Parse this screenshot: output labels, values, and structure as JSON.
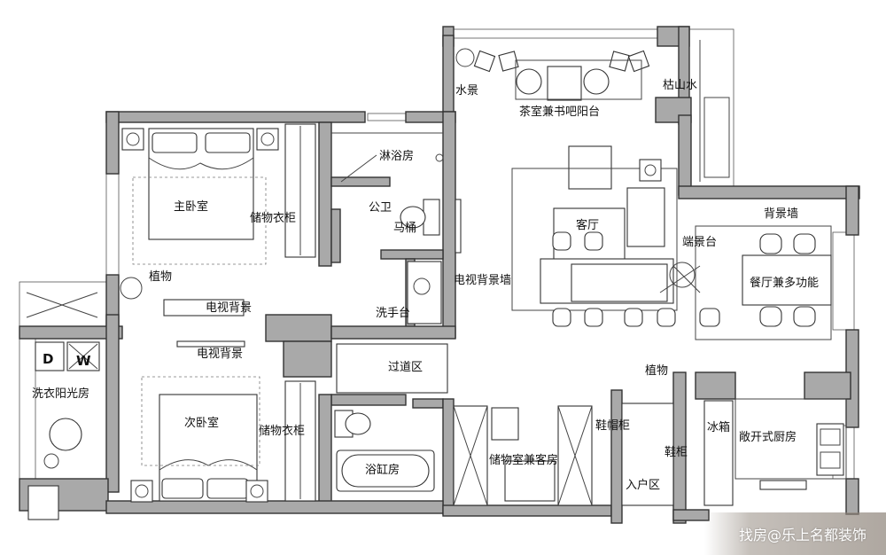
{
  "rooms": {
    "tea_balcony": "茶室兼书吧阳台",
    "water_feature": "水景",
    "dry_landscape": "枯山水",
    "master_bedroom": "主卧室",
    "wardrobe_master": "储物衣柜",
    "shower_room": "淋浴房",
    "public_bath": "公卫",
    "toilet": "马桶",
    "living_room": "客厅",
    "feature_wall": "背景墙",
    "scenic_platform": "端景台",
    "dining_multi": "餐厅兼多功能",
    "tv_wall_living": "电视背景墙",
    "plants_master": "植物",
    "tv_back_master": "电视背景",
    "washbasin": "洗手台",
    "tv_back_second": "电视背景",
    "corridor": "过道区",
    "plants_hall": "植物",
    "laundry_sunroom": "洗衣阳光房",
    "second_bedroom": "次卧室",
    "wardrobe_second": "储物衣柜",
    "bathtub_room": "浴缸房",
    "storage_guest": "储物室兼客房",
    "shoe_cabinet_1": "鞋帽柜",
    "shoe_cabinet_2": "鞋柜",
    "entry": "入户区",
    "fridge": "冰箱",
    "open_kitchen": "敞开式厨房",
    "washer_d": "D",
    "washer_w": "W"
  },
  "watermark": "找房@乐上名都装饰"
}
